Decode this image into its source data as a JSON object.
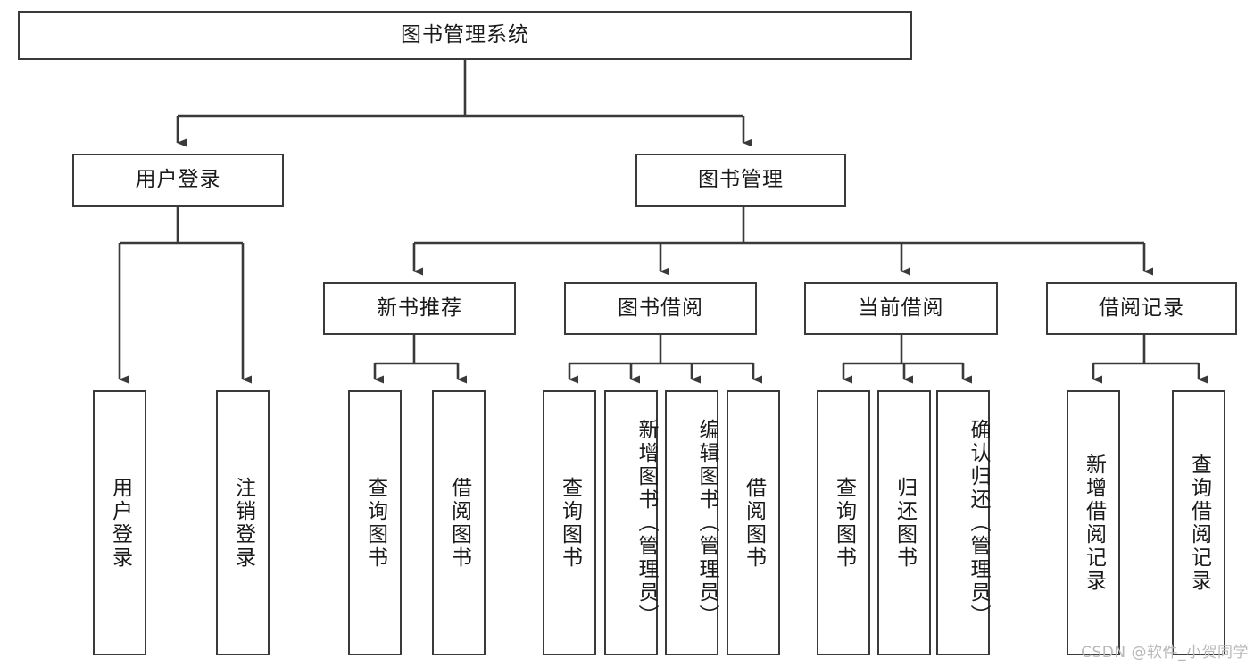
{
  "diagram": {
    "type": "tree-flowchart",
    "title_node": {
      "label": "图书管理系统"
    },
    "level1": [
      {
        "id": "user-login",
        "label": "用户登录"
      },
      {
        "id": "book-management",
        "label": "图书管理"
      }
    ],
    "level2": [
      {
        "id": "new-book-recommend",
        "label": "新书推荐",
        "parent": "book-management"
      },
      {
        "id": "book-borrow",
        "label": "图书借阅",
        "parent": "book-management"
      },
      {
        "id": "current-borrow",
        "label": "当前借阅",
        "parent": "book-management"
      },
      {
        "id": "borrow-record",
        "label": "借阅记录",
        "parent": "book-management"
      }
    ],
    "leaves": {
      "user-login": [
        {
          "id": "leaf-user-login",
          "label": "用户登录"
        },
        {
          "id": "leaf-logout-login",
          "label": "注销登录"
        }
      ],
      "new-book-recommend": [
        {
          "id": "leaf-query-book-1",
          "label": "查询图书"
        },
        {
          "id": "leaf-borrow-book-1",
          "label": "借阅图书"
        }
      ],
      "book-borrow": [
        {
          "id": "leaf-query-book-2",
          "label": "查询图书"
        },
        {
          "id": "leaf-add-book",
          "label": "新增图书（管理员）"
        },
        {
          "id": "leaf-edit-book",
          "label": "编辑图书（管理员）"
        },
        {
          "id": "leaf-borrow-book-2",
          "label": "借阅图书"
        }
      ],
      "current-borrow": [
        {
          "id": "leaf-query-book-3",
          "label": "查询图书"
        },
        {
          "id": "leaf-return-book",
          "label": "归还图书"
        },
        {
          "id": "leaf-confirm-return",
          "label": "确认归还（管理员）"
        }
      ],
      "borrow-record": [
        {
          "id": "leaf-add-record",
          "label": "新增借阅记录"
        },
        {
          "id": "leaf-query-record",
          "label": "查询借阅记录"
        }
      ]
    },
    "colors": {
      "line": "#3a3a3a",
      "box_fill": "#ffffff",
      "text": "#1a1a1a",
      "watermark": "#b8b8b8"
    }
  },
  "watermark": {
    "text": "CSDN @软件_小贺同学"
  }
}
